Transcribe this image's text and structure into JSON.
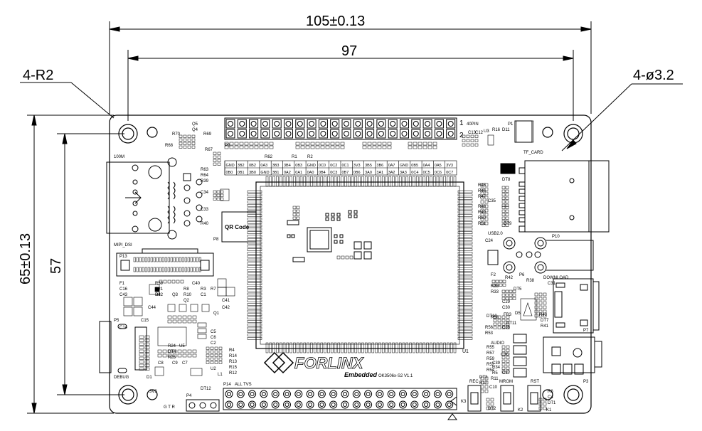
{
  "dimensions": {
    "overall_width": "105±0.13",
    "hole_spacing_x": "97",
    "overall_height": "65±0.13",
    "hole_spacing_y": "57",
    "corner_radius": "4-R2",
    "hole_diameter": "4-ø3.2"
  },
  "headers": {
    "top": "40PIN",
    "top_pin1": "1",
    "top_pin2": "2",
    "top_pin_labels_row1": [
      "GND",
      "3B2",
      "0B2",
      "0A3",
      "3B3",
      "3B4",
      "0B3",
      "GND",
      "0C0",
      "0C2",
      "0C1",
      "3V3",
      "3B5",
      "3B6",
      "0A7",
      "GND",
      "0B5",
      "0A4",
      "0A5",
      "3V3"
    ],
    "top_pin_labels_row2": [
      "0B0",
      "0B1",
      "3B0",
      "GND",
      "3B1",
      "0A2",
      "0A1",
      "0A0",
      "0B4",
      "0C3",
      "0B7",
      "0B6",
      "3A0",
      "3A1",
      "3A2",
      "3A3",
      "0C4",
      "0C5",
      "0C6",
      "0C7"
    ],
    "bottom": "ALL TVS",
    "bottom_left": "P14",
    "p4": "P4",
    "p4_pins": "G T R"
  },
  "labels": {
    "ethernet": "100M",
    "ethernet_conn": "P8",
    "mipi": "MIPI_DSI",
    "mipi_conn": "P13",
    "qr": "QR Code",
    "usb": "USB2.0",
    "usb_conn": "P6",
    "download": "DOWNLOAD",
    "download_conn": "P7",
    "tf": "TF_CARD",
    "tf_conn": "P10",
    "p1": "P1",
    "audio": "AUDIO",
    "audio_conn": "P3",
    "debug": "DEBUG",
    "debug_conn": "P5",
    "rail": "3V3",
    "brand": "FORLINX",
    "brand_sub": "Embedded",
    "model": "OK3506x-S2 V1.1",
    "som": "U1",
    "p9": "P9",
    "rec": "REC",
    "mrom": "MROM",
    "rst": "RST",
    "k3": "K3",
    "k2": "K2",
    "k1": "K1"
  },
  "refdes": [
    "Q5",
    "Q4",
    "R70",
    "R68",
    "R69",
    "R67",
    "R62",
    "R1",
    "R2",
    "R63",
    "R64",
    "R39",
    "C34",
    "C33",
    "R40",
    "U3",
    "C13",
    "C12",
    "R16",
    "D11",
    "DT8",
    "R45",
    "R46",
    "R47",
    "C35",
    "R48",
    "R49",
    "R50",
    "R51",
    "DT9",
    "C24",
    "F2",
    "R42",
    "R38",
    "C31",
    "R35",
    "R33",
    "DT5",
    "C29",
    "C30",
    "D5",
    "R43",
    "DT7",
    "R41",
    "DT10",
    "R58",
    "R56",
    "R53",
    "FB3",
    "DT11",
    "C38",
    "R55",
    "R57",
    "R59",
    "R52",
    "R54",
    "C39",
    "C36",
    "C37",
    "R34",
    "R5",
    "R11",
    "DT3",
    "R17",
    "C10",
    "DT2",
    "R6",
    "C4",
    "DT1",
    "F1",
    "C16",
    "C43",
    "R59",
    "R21",
    "R22",
    "R8",
    "R10",
    "R3",
    "R7",
    "C1",
    "C40",
    "D4",
    "Q3",
    "Q2",
    "C41",
    "C42",
    "C44",
    "Q1",
    "C15",
    "C14",
    "C5",
    "C6",
    "C2",
    "R24",
    "U5",
    "DT4",
    "R25",
    "C8",
    "C9",
    "C7",
    "U2",
    "L1",
    "D1",
    "DT12",
    "R4",
    "R14",
    "R13",
    "R15",
    "R12"
  ]
}
